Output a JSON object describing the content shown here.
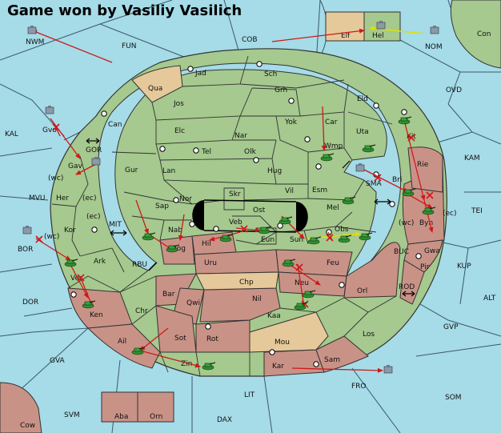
{
  "title": "Game won by Vasiliy Vasilich",
  "colors": {
    "water": "#a6dbe8",
    "land_green": "#a5c98e",
    "land_red": "#c99287",
    "land_tan": "#e6c99a",
    "order_red": "#cc1a1a",
    "order_yellow": "#e0e000",
    "unit_green": "#3aa13a",
    "unit_gray": "#8a9aa8"
  },
  "provinces": {
    "nwm": "NWM",
    "fun": "FUN",
    "cob": "COB",
    "elf": "Elf",
    "hel": "Hel",
    "nom": "NOM",
    "con": "Con",
    "jad": "Jad",
    "sch": "Sch",
    "qua": "Qua",
    "jos": "Jos",
    "grh": "Grh",
    "eld": "Eld",
    "ovd": "OVD",
    "kal": "KAL",
    "gvo": "Gvo",
    "can": "Can",
    "elc": "Elc",
    "nar": "Nar",
    "yok": "Yok",
    "car": "Car",
    "uta": "Uta",
    "gor": "GOR",
    "gav": "Gav",
    "tel": "Tel",
    "olk": "Olk",
    "wmp": "Wmp",
    "kit": "Kit",
    "kam": "KAM",
    "gur": "Gur",
    "lan": "Lan",
    "hug": "Hug",
    "sma": "SMA",
    "bri": "Bri",
    "rie": "Rie",
    "wc1": "(wc)",
    "ec1": "(ec)",
    "mvu": "MVU",
    "her": "Her",
    "vil": "Vil",
    "esm": "Esm",
    "nor": "Nor",
    "skr": "Skr",
    "sap": "Sap",
    "ost": "Ost",
    "mel": "Mel",
    "byn": "Byn",
    "ec2": "(ec)",
    "wc2": "(wc)",
    "tei": "TEI",
    "ec3": "(ec)",
    "mit": "MIT",
    "kor": "Kor",
    "nab": "Nab",
    "veb": "Veb",
    "eun": "Eun",
    "sun": "Sun",
    "obs": "Obs",
    "bor": "BOR",
    "wc3": "(wc)",
    "hil": "Hil",
    "nog": "Nog",
    "buc": "BUC",
    "gwa": "Gwa",
    "kup": "KUP",
    "rbu": "RBU",
    "ark": "Ark",
    "uru": "Uru",
    "feu": "Feu",
    "pir": "Pir",
    "ver": "Ver",
    "chp": "Chp",
    "neu": "Neu",
    "orl": "Orl",
    "rod": "ROD",
    "dor": "DOR",
    "bar": "Bar",
    "qwi": "Qwi",
    "nil": "Nil",
    "alt": "ALT",
    "ken": "Ken",
    "chr": "Chr",
    "kaa": "Kaa",
    "gvp": "GVP",
    "sot": "Sot",
    "rot": "Rot",
    "los": "Los",
    "ail": "Ail",
    "mou": "Mou",
    "gva": "GVA",
    "zin": "Zin",
    "kar": "Kar",
    "sam": "Sam",
    "fro": "FRO",
    "lit": "LIT",
    "som": "SOM",
    "aba": "Aba",
    "orn": "Orn",
    "svm": "SVM",
    "dax": "DAX",
    "cow": "Cow"
  }
}
